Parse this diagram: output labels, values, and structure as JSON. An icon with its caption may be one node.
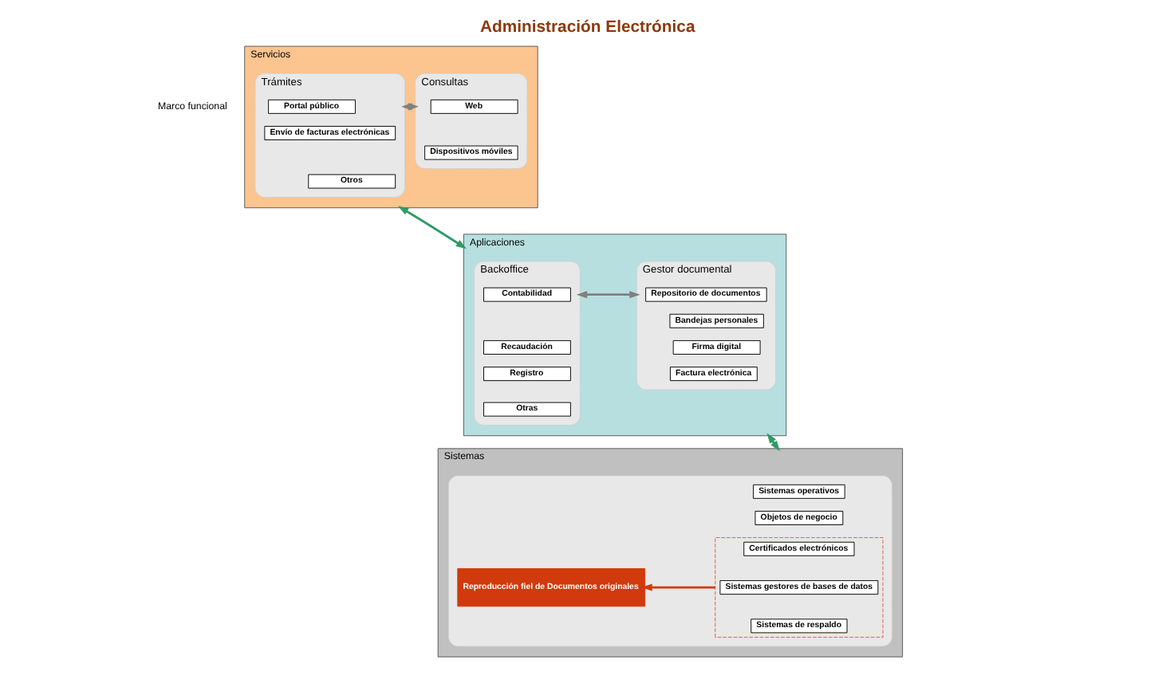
{
  "diagram": {
    "title": "Administración Electrónica",
    "nodes": [
      {
        "text": [
          "Servicios"
        ]
      },
      {
        "text": [
          "Consultas"
        ],
        "in": 0
      },
      {
        "text": [
          "Web"
        ],
        "in": 1
      },
      {
        "text": [
          "Dispositivos móviles"
        ],
        "in": 1
      },
      {
        "text": [
          "Trámites"
        ],
        "in": 0
      },
      {
        "text": [
          "Portal público"
        ],
        "in": 4
      },
      {
        "text": [
          "Envío de facturas electrónicas"
        ],
        "in": 4
      },
      {
        "text": [
          "Otros"
        ],
        "in": 4
      },
      {
        "text": [
          "Aplicaciones"
        ]
      },
      {
        "text": [
          "Backoffice"
        ],
        "in": 8
      },
      {
        "text": [
          "Contabilidad"
        ],
        "in": 9
      },
      {
        "text": [
          "Recaudación"
        ],
        "in": 9
      },
      {
        "text": [
          "Registro"
        ],
        "in": 9
      },
      {
        "text": [
          "Otras"
        ],
        "in": 9
      },
      {
        "text": [
          "Gestor documental"
        ],
        "in": 8
      },
      {
        "text": [
          "Repositorio de documentos"
        ],
        "in": 14
      },
      {
        "text": [
          "Bandejas personales"
        ],
        "in": 14
      },
      {
        "text": [
          "Firma digital"
        ],
        "in": 14
      },
      {
        "text": [
          "Factura electrónica"
        ],
        "in": 14
      },
      {
        "text": [
          "Sistemas"
        ]
      },
      {
        "text": [],
        "shape": "box",
        "in": 19
      },
      {
        "text": [
          "Sistemas operativos"
        ],
        "in": 20
      },
      {
        "text": [
          "Objetos de negocio"
        ],
        "in": 20
      },
      {
        "text": [],
        "shape": "box",
        "in": 20
      },
      {
        "text": [
          "Certificados electrónicos"
        ],
        "in": 23
      },
      {
        "text": [
          "Sistemas gestores de bases de datos"
        ],
        "in": 23
      },
      {
        "text": [
          "Sistemas de respaldo"
        ],
        "in": 23
      },
      {
        "text": [
          "Reproducción fiel de Documentos originales"
        ],
        "in": 20
      }
    ],
    "edges": [
      {
        "from": 1,
        "to": 4,
        "arrow": "both",
        "color": "#808080"
      },
      {
        "from": 0,
        "to": 8,
        "arrow": "both",
        "color": "#2e9b64"
      },
      {
        "from": 9,
        "to": 14,
        "arrow": "both",
        "color": "#808080"
      },
      {
        "from": 8,
        "to": 19,
        "arrow": "both",
        "color": "#2e9b64"
      },
      {
        "from": 23,
        "to": 27,
        "arrow": "to",
        "color": "#d03a0c"
      }
    ],
    "labels": [
      "Marco funcional"
    ]
  }
}
